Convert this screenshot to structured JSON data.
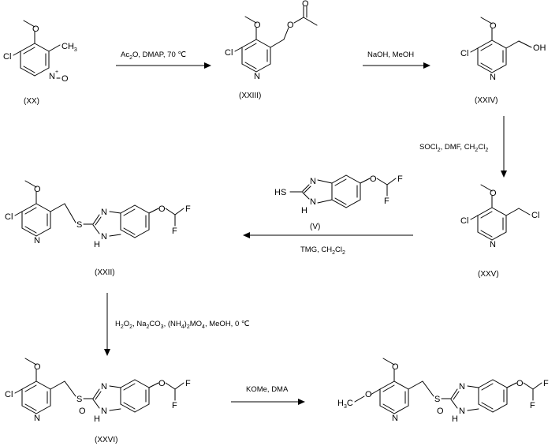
{
  "compounds": {
    "xx": {
      "label": "(XX)",
      "cl": "Cl",
      "n": "N",
      "plus": "+",
      "o": "O",
      "me": "CH",
      "me_sub": "3",
      "ominus": "O"
    },
    "xxiii": {
      "label": "(XXIII)",
      "cl": "Cl",
      "n": "N",
      "o": "O",
      "o2": "O",
      "o3": "O"
    },
    "xxiv": {
      "label": "(XXIV)",
      "cl": "Cl",
      "n": "N",
      "o": "O",
      "oh": "OH"
    },
    "xxv": {
      "label": "(XXV)",
      "cl": "Cl",
      "n": "N",
      "o": "O",
      "cl2": "Cl"
    },
    "v": {
      "label": "(V)",
      "hs": "HS",
      "n": "N",
      "nh": "N",
      "h": "H",
      "o": "O",
      "f1": "F",
      "f2": "F"
    },
    "xxii": {
      "label": "(XXII)",
      "cl": "Cl",
      "n": "N",
      "o": "O",
      "s": "S",
      "bn": "N",
      "nh": "N",
      "h": "H",
      "o2": "O",
      "f1": "F",
      "f2": "F"
    },
    "xxvi": {
      "label": "(XXVI)",
      "cl": "Cl",
      "n": "N",
      "o": "O",
      "s": "S",
      "so": "O",
      "bn": "N",
      "nh": "N",
      "h": "H",
      "o2": "O",
      "f1": "F",
      "f2": "F"
    },
    "product": {
      "ho3c": "H",
      "ho3c_sub": "3",
      "ho3c_c": "C",
      "o4": "O",
      "o3": "O",
      "n": "N",
      "s": "S",
      "so": "O",
      "bn": "N",
      "nh": "N",
      "h": "H",
      "o2": "O",
      "f1": "F",
      "f2": "F"
    }
  },
  "conditions": {
    "step1": {
      "a": "Ac",
      "a_sub": "2",
      "b": "O, DMAP, 70 ℃"
    },
    "step2": {
      "text": "NaOH, MeOH"
    },
    "step3": {
      "a": "SOCl",
      "a_sub": "2",
      "b": ", DMF, CH",
      "b_sub": "2",
      "c": "Cl",
      "c_sub": "2"
    },
    "step4": {
      "a": "TMG, CH",
      "a_sub": "2",
      "b": "Cl",
      "b_sub": "2"
    },
    "step5": {
      "a": "H",
      "a_sub": "2",
      "b": "O",
      "b_sub": "2",
      "c": ", Na",
      "c_sub": "2",
      "d": "CO",
      "d_sub": "3",
      "e": ", (NH",
      "e_sub": "4",
      "f": ")",
      "f_sub": "2",
      "g": "MO",
      "g_sub": "4",
      "h": ", MeOH, 0 ℃"
    },
    "step6": {
      "text": "KOMe, DMA"
    }
  }
}
